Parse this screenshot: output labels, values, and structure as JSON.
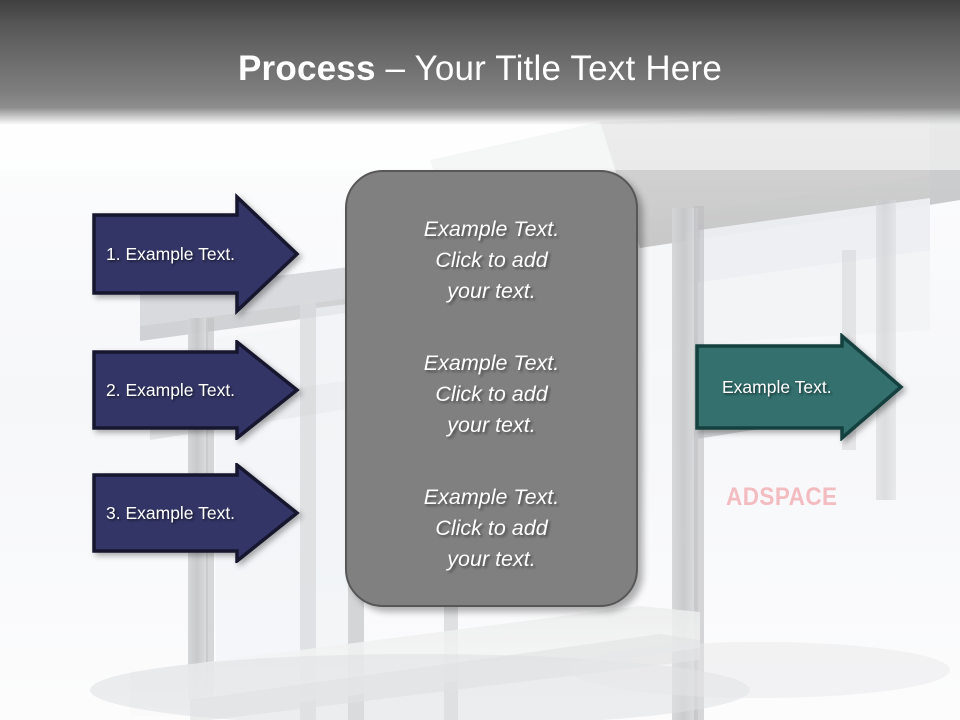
{
  "slide": {
    "title_bold": "Process",
    "title_rest": " – Your Title Text Here"
  },
  "steps": [
    {
      "label": "1. Example Text."
    },
    {
      "label": "2. Example Text."
    },
    {
      "label": "3. Example Text."
    }
  ],
  "center_panel": {
    "blocks": [
      "Example Text.\nClick  to add\nyour text.",
      "Example Text.\nClick  to add\nyour text.",
      "Example Text.\nClick  to add\nyour text."
    ]
  },
  "result": {
    "label": "Example Text."
  },
  "watermark": {
    "text": "ADSPACE"
  },
  "colors": {
    "step_arrow_fill": "#333566",
    "step_arrow_outline": "#16162e",
    "result_arrow_fill": "#33706e",
    "result_arrow_outline": "#14413f",
    "panel_fill": "#808080",
    "panel_outline": "#575757",
    "header_dark": "#3f3f3f",
    "header_light": "#8d8d8d",
    "title_color": "#ffffff",
    "watermark_color": "#f3bcc0"
  }
}
